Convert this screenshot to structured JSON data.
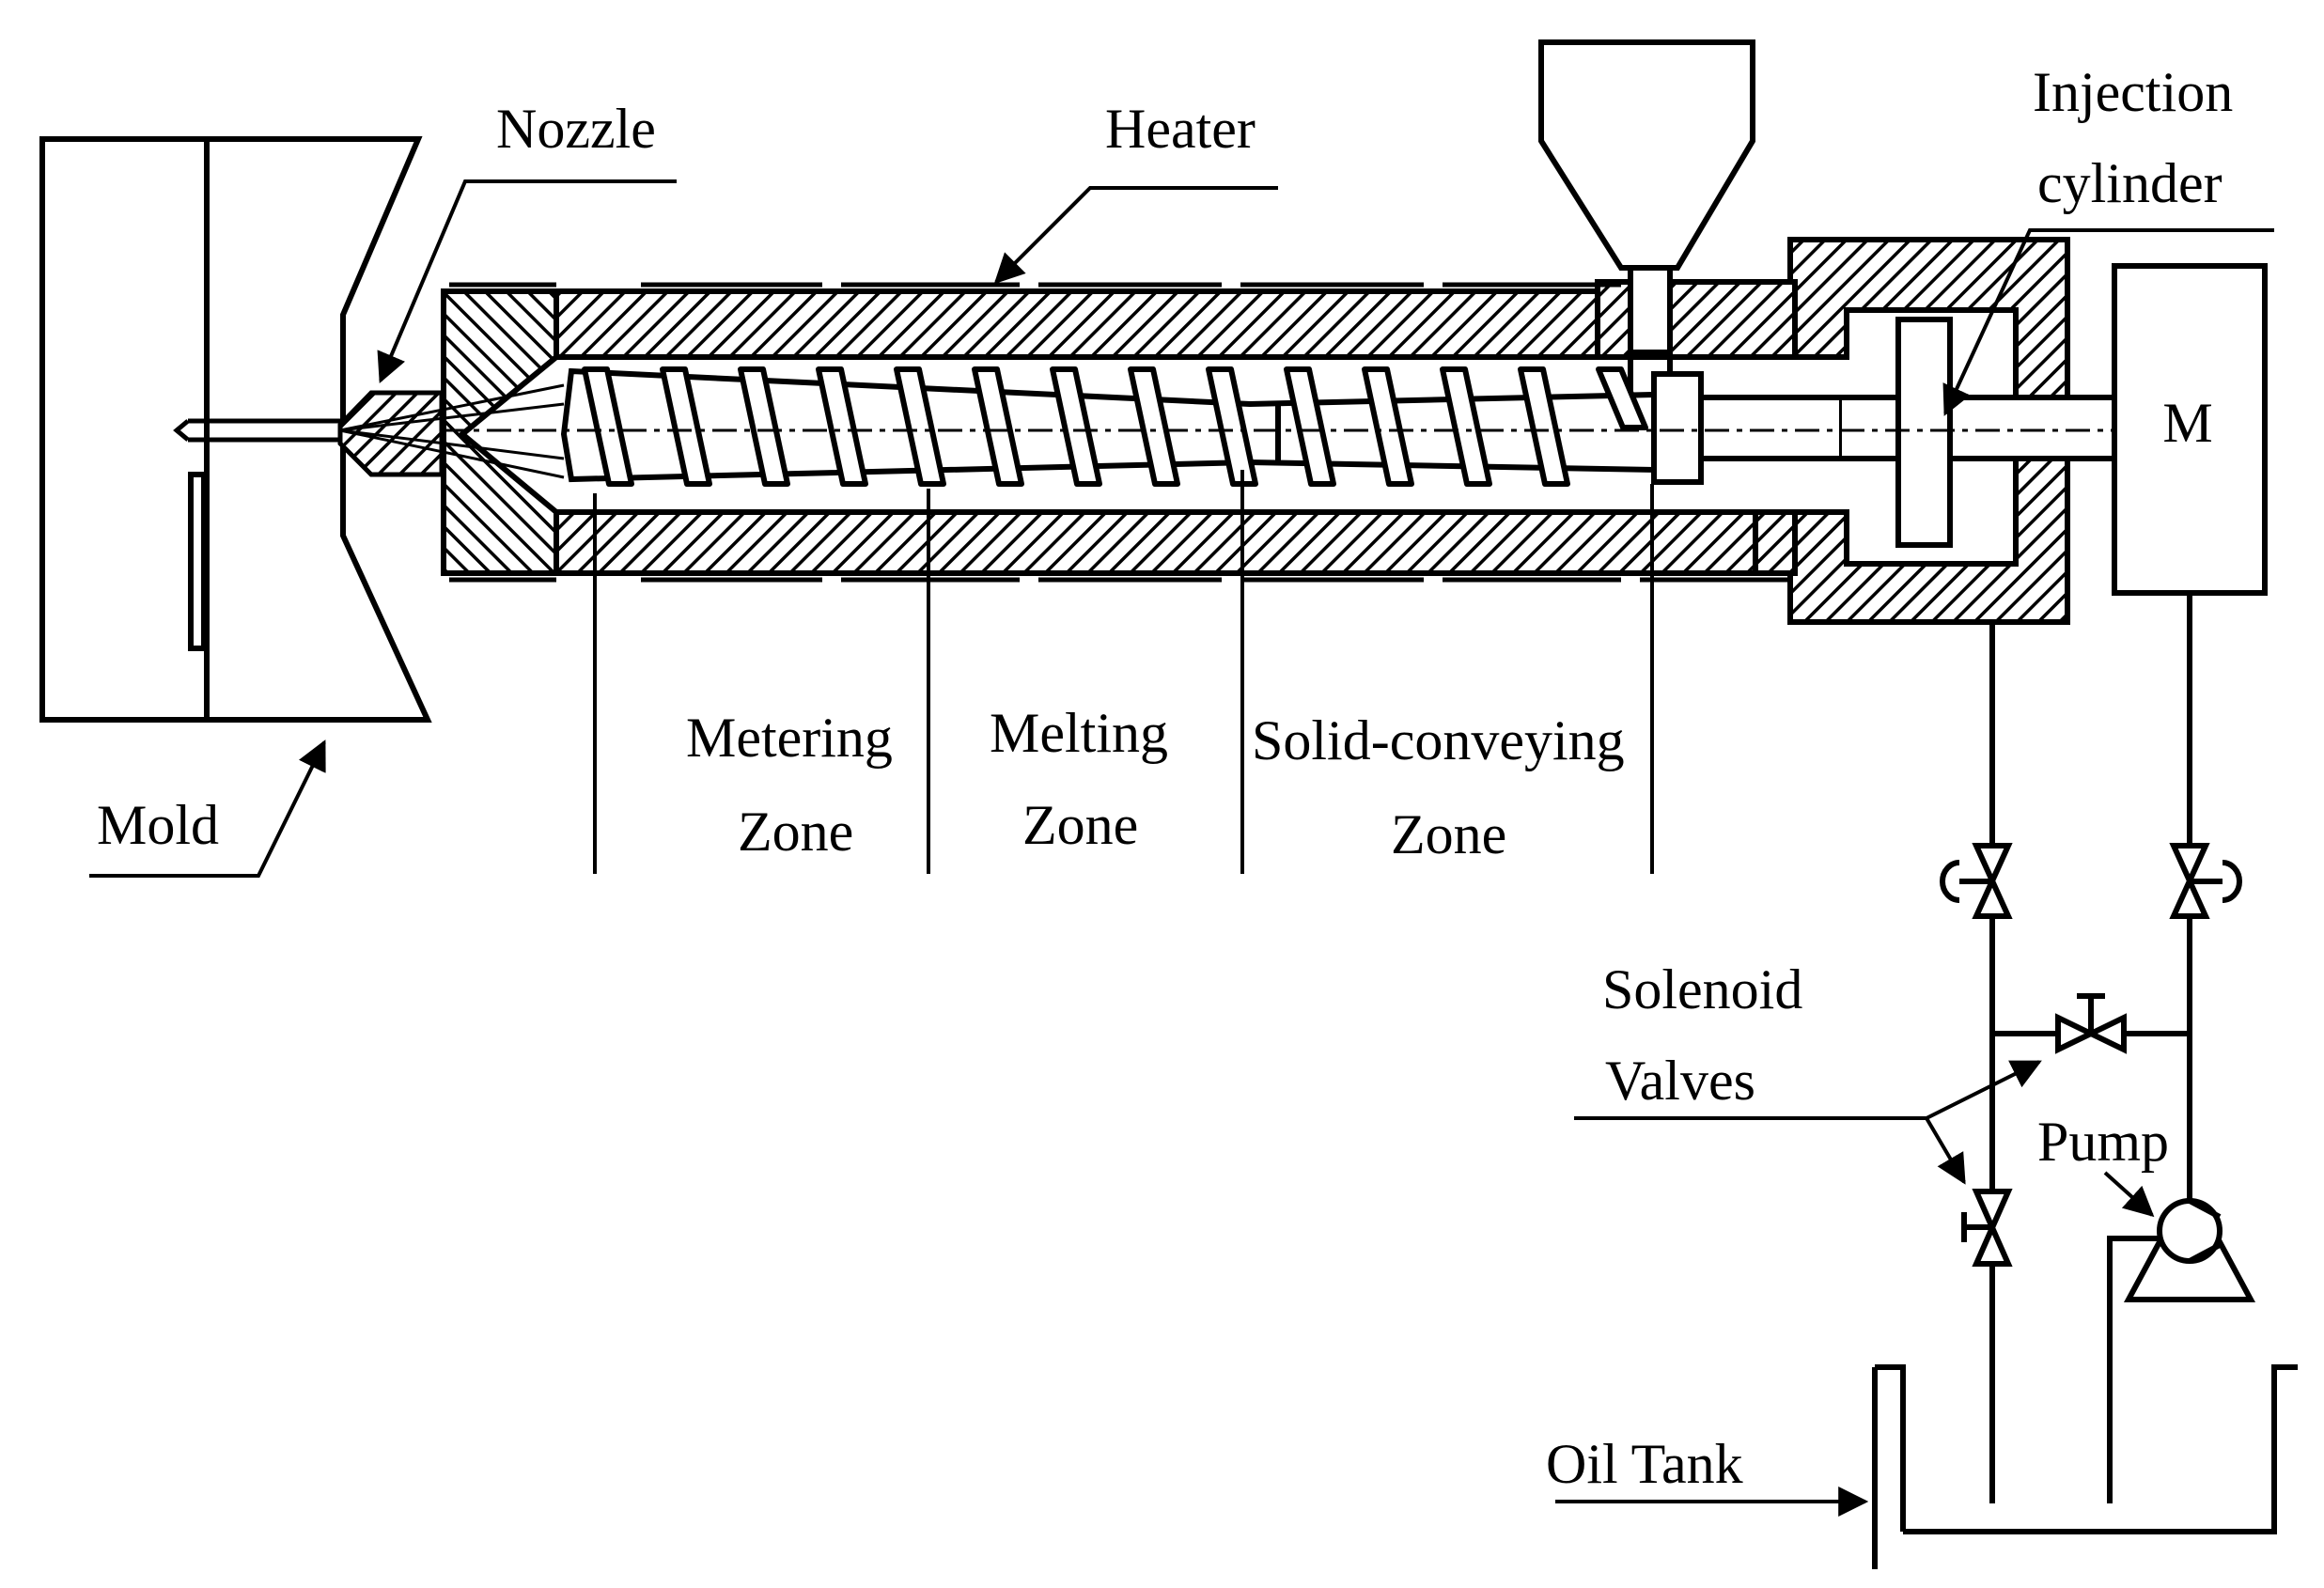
{
  "labels": {
    "nozzle": "Nozzle",
    "heater": "Heater",
    "injection_cylinder_line1": "Injection",
    "injection_cylinder_line2": "cylinder",
    "motor": "M",
    "mold": "Mold",
    "metering_zone_line1": "Metering",
    "metering_zone_line2": "Zone",
    "melting_zone_line1": "Melting",
    "melting_zone_line2": "Zone",
    "solid_conveying_zone_line1": "Solid-conveying",
    "solid_conveying_zone_line2": "Zone",
    "solenoid_valves_line1": "Solenoid",
    "solenoid_valves_line2": "Valves",
    "pump": "Pump",
    "oil_tank": "Oil Tank"
  },
  "colors": {
    "ink": "#000000",
    "paper": "#ffffff"
  }
}
